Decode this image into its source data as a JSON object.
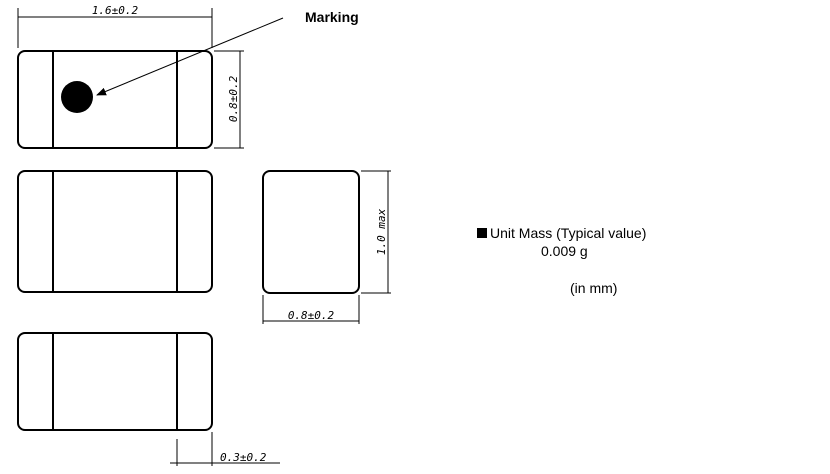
{
  "marking_label": "Marking",
  "dimensions": {
    "length": "1.6±0.2",
    "width_top": "0.8±0.2",
    "height": "1.0 max",
    "width_end": "0.8±0.2",
    "terminal": "0.3±0.2"
  },
  "notes": {
    "mass_title": "Unit Mass (Typical value)",
    "mass_value": "0.009 g",
    "unit": "(in mm)"
  },
  "colors": {
    "line": "#000000",
    "background": "#ffffff"
  }
}
